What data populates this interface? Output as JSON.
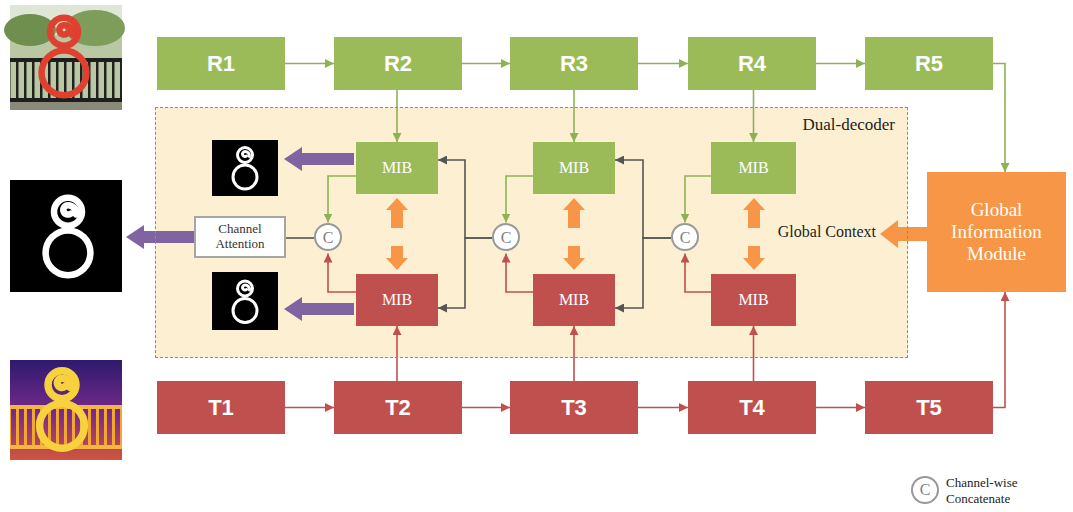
{
  "diagram": {
    "nodes": [
      {
        "text": [
          "R1"
        ]
      },
      {
        "text": [
          "R2"
        ]
      },
      {
        "text": [
          "R3"
        ]
      },
      {
        "text": [
          "R4"
        ]
      },
      {
        "text": [
          "R5"
        ]
      },
      {
        "text": [
          "Dual-decoder"
        ]
      },
      {
        "text": [
          "MIB"
        ],
        "in": 5
      },
      {
        "text": [
          "MIB"
        ],
        "in": 5
      },
      {
        "text": [
          "MIB"
        ],
        "in": 5
      },
      {
        "text": [
          "Channel Attention"
        ],
        "in": 5
      },
      {
        "text": [
          "C"
        ],
        "in": 5
      },
      {
        "text": [
          "C"
        ],
        "in": 5
      },
      {
        "text": [
          "C"
        ],
        "in": 5
      },
      {
        "text": [
          "MIB"
        ],
        "in": 5
      },
      {
        "text": [
          "MIB"
        ],
        "in": 5
      },
      {
        "text": [
          "MIB"
        ],
        "in": 5
      },
      {
        "text": [
          "Global Information Module"
        ]
      },
      {
        "text": [
          "T1"
        ]
      },
      {
        "text": [
          "T2"
        ]
      },
      {
        "text": [
          "T3"
        ]
      },
      {
        "text": [
          "T4"
        ]
      },
      {
        "text": [
          "T5"
        ]
      }
    ],
    "edges": [
      {
        "from": 0,
        "to": 1,
        "arrow": "to"
      },
      {
        "from": 1,
        "to": 2,
        "arrow": "to"
      },
      {
        "from": 2,
        "to": 3,
        "arrow": "to"
      },
      {
        "from": 3,
        "to": 4,
        "arrow": "to"
      },
      {
        "from": 4,
        "to": 16,
        "arrow": "to"
      },
      {
        "from": 1,
        "to": 6,
        "arrow": "to"
      },
      {
        "from": 2,
        "to": 7,
        "arrow": "to"
      },
      {
        "from": 3,
        "to": 8,
        "arrow": "to"
      },
      {
        "from": 6,
        "to": 10,
        "arrow": "to"
      },
      {
        "from": 13,
        "to": 10,
        "arrow": "to"
      },
      {
        "from": 10,
        "to": 9,
        "arrow": "none"
      },
      {
        "from": 7,
        "to": 11,
        "arrow": "to"
      },
      {
        "from": 14,
        "to": 11,
        "arrow": "to"
      },
      {
        "from": 11,
        "to": 6,
        "arrow": "to"
      },
      {
        "from": 11,
        "to": 13,
        "arrow": "to"
      },
      {
        "from": 8,
        "to": 12,
        "arrow": "to"
      },
      {
        "from": 15,
        "to": 12,
        "arrow": "to"
      },
      {
        "from": 12,
        "to": 7,
        "arrow": "to"
      },
      {
        "from": 12,
        "to": 14,
        "arrow": "to"
      },
      {
        "from": 17,
        "to": 18,
        "arrow": "to"
      },
      {
        "from": 18,
        "to": 19,
        "arrow": "to"
      },
      {
        "from": 19,
        "to": 20,
        "arrow": "to"
      },
      {
        "from": 20,
        "to": 21,
        "arrow": "to"
      },
      {
        "from": 21,
        "to": 16,
        "arrow": "to"
      },
      {
        "from": 18,
        "to": 13,
        "arrow": "to"
      },
      {
        "from": 19,
        "to": 14,
        "arrow": "to"
      },
      {
        "from": 20,
        "to": 15,
        "arrow": "to"
      }
    ],
    "labels": [
      "Global Context",
      "C"
    ],
    "legend": [
      {
        "text": "Channel-wise Concatenate"
      }
    ]
  }
}
